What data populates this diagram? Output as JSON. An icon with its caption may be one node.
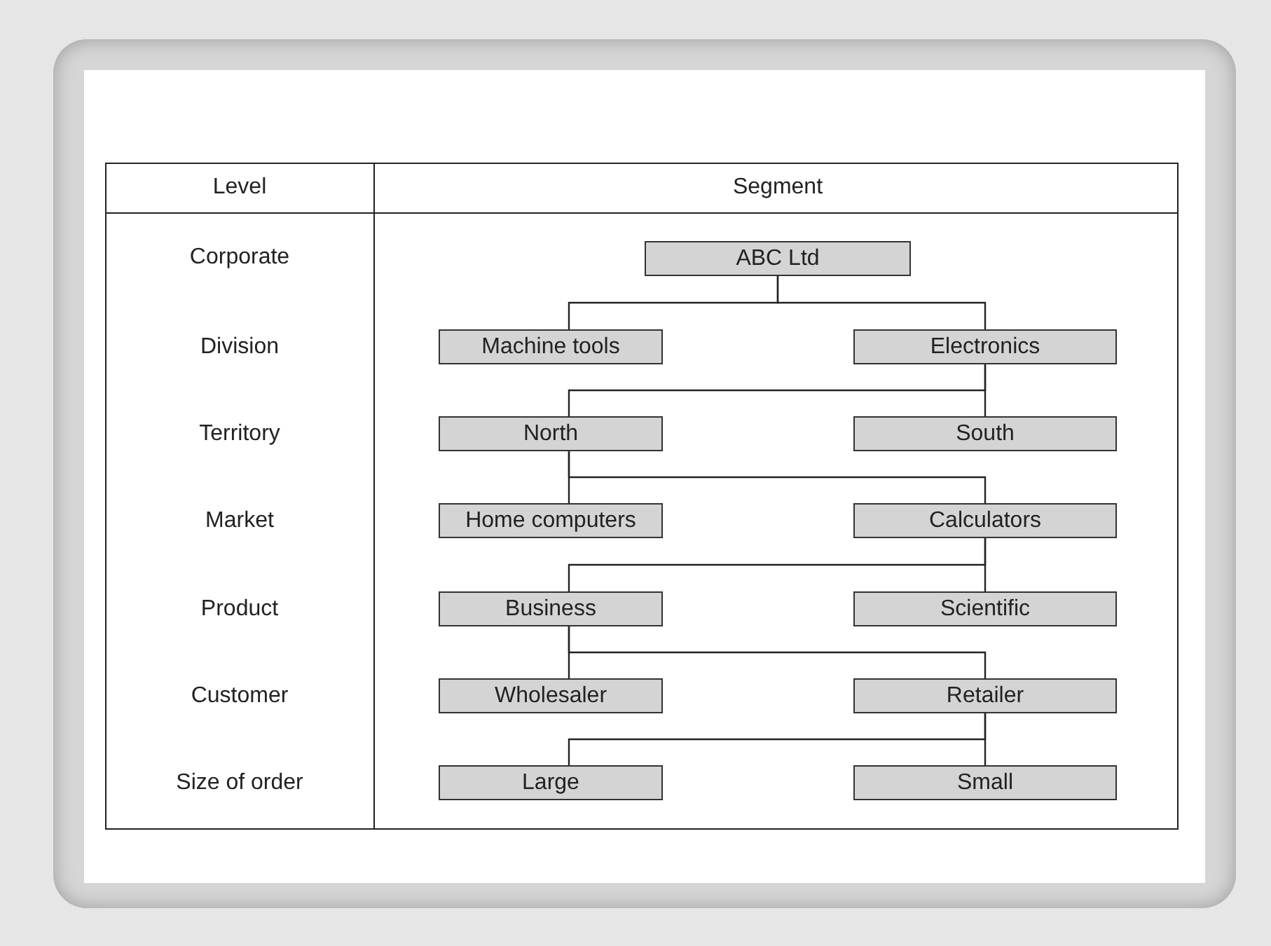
{
  "diagram": {
    "nodes": [
      {
        "text": [
          "ABC Ltd"
        ]
      },
      {
        "text": [
          "Machine tools"
        ]
      },
      {
        "text": [
          "Electronics"
        ]
      },
      {
        "text": [
          "North"
        ]
      },
      {
        "text": [
          "South"
        ]
      },
      {
        "text": [
          "Home computers"
        ]
      },
      {
        "text": [
          "Calculators"
        ]
      },
      {
        "text": [
          "Business"
        ]
      },
      {
        "text": [
          "Scientific"
        ]
      },
      {
        "text": [
          "Wholesaler"
        ]
      },
      {
        "text": [
          "Retailer"
        ]
      },
      {
        "text": [
          "Large"
        ]
      },
      {
        "text": [
          "Small"
        ]
      }
    ],
    "edges": [
      {
        "from": 0,
        "to": 1,
        "arrow": "none"
      },
      {
        "from": 0,
        "to": 2,
        "arrow": "none"
      },
      {
        "from": 2,
        "to": 3,
        "arrow": "none"
      },
      {
        "from": 2,
        "to": 4,
        "arrow": "none"
      },
      {
        "from": 3,
        "to": 5,
        "arrow": "none"
      },
      {
        "from": 3,
        "to": 6,
        "arrow": "none"
      },
      {
        "from": 6,
        "to": 7,
        "arrow": "none"
      },
      {
        "from": 6,
        "to": 8,
        "arrow": "none"
      },
      {
        "from": 7,
        "to": 9,
        "arrow": "none"
      },
      {
        "from": 7,
        "to": 10,
        "arrow": "none"
      },
      {
        "from": 10,
        "to": 11,
        "arrow": "none"
      },
      {
        "from": 10,
        "to": 12,
        "arrow": "none"
      }
    ],
    "labels": [
      "Level",
      "Segment",
      "Corporate",
      "Division",
      "Territory",
      "Market",
      "Product",
      "Customer",
      "Size of order"
    ]
  }
}
